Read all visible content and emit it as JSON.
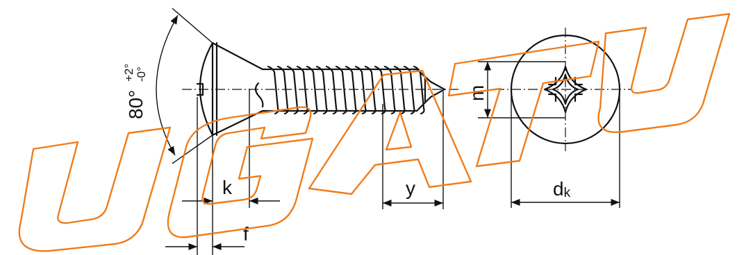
{
  "labels": {
    "angle_main": "80°",
    "angle_plus": "+2°",
    "angle_minus": "-0°",
    "k": "k",
    "f": "f",
    "y": "y",
    "m": "m",
    "dk_main": "d",
    "dk_sub": "k"
  },
  "watermark": {
    "text": "UGATU",
    "color": "#f07c1a"
  }
}
